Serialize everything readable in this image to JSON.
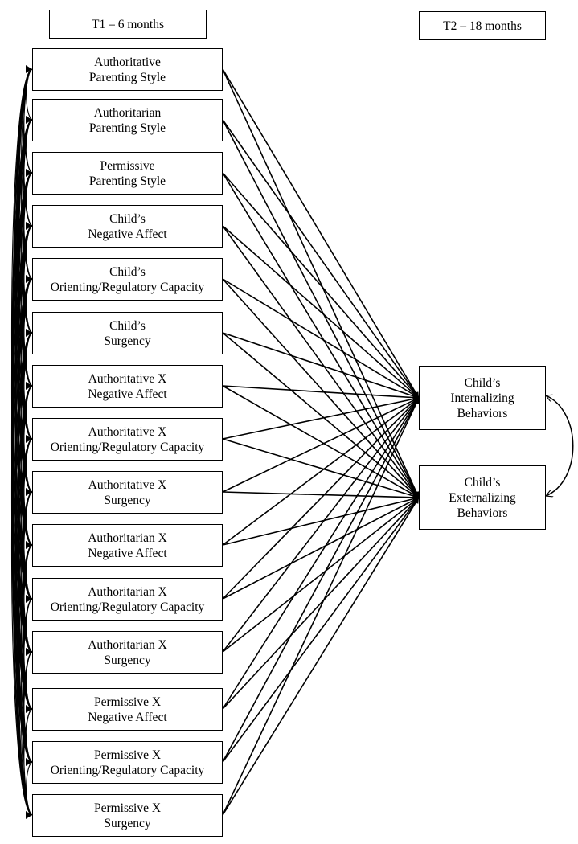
{
  "headers": {
    "t1": "T1 – 6 months",
    "t2": "T2 – 18 months"
  },
  "predictors": [
    {
      "line1": "Authoritative",
      "line2": "Parenting Style"
    },
    {
      "line1": "Authoritarian",
      "line2": "Parenting Style"
    },
    {
      "line1": "Permissive",
      "line2": "Parenting Style"
    },
    {
      "line1": "Child’s",
      "line2": "Negative Affect"
    },
    {
      "line1": "Child’s",
      "line2": "Orienting/Regulatory Capacity"
    },
    {
      "line1": "Child’s",
      "line2": "Surgency"
    },
    {
      "line1": "Authoritative X",
      "line2": "Negative Affect"
    },
    {
      "line1": "Authoritative X",
      "line2": "Orienting/Regulatory Capacity"
    },
    {
      "line1": "Authoritative X",
      "line2": "Surgency"
    },
    {
      "line1": "Authoritarian X",
      "line2": "Negative Affect"
    },
    {
      "line1": "Authoritarian X",
      "line2": "Orienting/Regulatory Capacity"
    },
    {
      "line1": "Authoritarian X",
      "line2": "Surgency"
    },
    {
      "line1": "Permissive X",
      "line2": "Negative Affect"
    },
    {
      "line1": "Permissive X",
      "line2": "Orienting/Regulatory Capacity"
    },
    {
      "line1": "Permissive X",
      "line2": "Surgency"
    }
  ],
  "outcomes": [
    {
      "line1": "Child’s",
      "line2": "Internalizing",
      "line3": "Behaviors"
    },
    {
      "line1": "Child’s",
      "line2": "Externalizing",
      "line3": "Behaviors"
    }
  ]
}
